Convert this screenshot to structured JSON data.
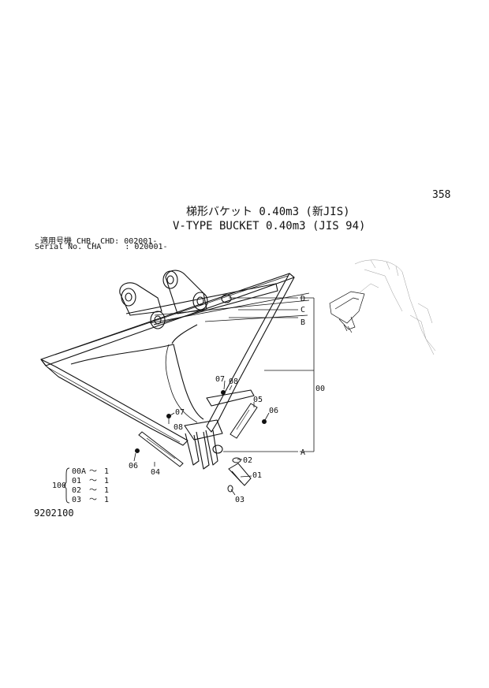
{
  "page_number": "358",
  "title_jp": "梯形バケット 0.40m3 (新JIS)",
  "title_en": "V-TYPE BUCKET 0.40m3 (JIS 94)",
  "serial": {
    "line1": "適用号機 CHB, CHD: 002001-",
    "line2": "Serial No. CHA     : 020001-"
  },
  "callouts": {
    "A": "A",
    "B": "B",
    "C": "C",
    "D": "D",
    "p00": "00",
    "p01": "01",
    "p02": "02",
    "p03": "03",
    "p04": "04",
    "p05": "05",
    "p06a": "06",
    "p06b": "06",
    "p07a": "07",
    "p07b": "07",
    "p08a": "08",
    "p08b": "08"
  },
  "assembly": {
    "code": "100",
    "items": [
      {
        "part": "00A",
        "qty": "1"
      },
      {
        "part": "01",
        "qty": "1"
      },
      {
        "part": "02",
        "qty": "1"
      },
      {
        "part": "03",
        "qty": "1"
      }
    ],
    "tilde": "～"
  },
  "document_code": "9202100"
}
